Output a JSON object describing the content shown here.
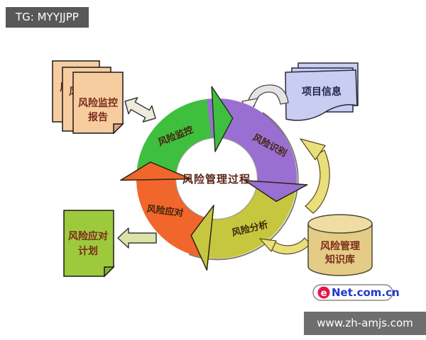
{
  "tg_badge": {
    "text": "TG: MYYJJPP",
    "bg_color": "#585858",
    "text_color": "#ffffff"
  },
  "watermark": {
    "text": "www.zh-amjs.com",
    "bg_color": "#6e6e6e",
    "text_color": "#ffffff"
  },
  "enet_logo": {
    "e": "e",
    "domain": "Net.com.cn",
    "e_bg_color": "#e5174d",
    "text_color": "#2438cc"
  },
  "diagram": {
    "center_label": "风险管理过程",
    "center_label_color": "#5a2418",
    "segment_label_color": "#42250f",
    "segments": [
      {
        "id": "monitor",
        "label": "风险监控",
        "color": "#3ec03e"
      },
      {
        "id": "identify",
        "label": "风险识别",
        "color": "#9a6fd2"
      },
      {
        "id": "analyze",
        "label": "风险分析",
        "color": "#c6c73e"
      },
      {
        "id": "respond",
        "label": "风险应对",
        "color": "#f1662b"
      }
    ],
    "artifacts": {
      "monitor_report": {
        "line1": "风险监控",
        "line2": "报告",
        "partial_char": "风",
        "fill": "#f7cda0",
        "text_color": "#7a2c1b"
      },
      "project_info": {
        "label": "项目信息",
        "fill": "#c9cdf2",
        "text_color": "#232350"
      },
      "knowledge_base": {
        "line1": "风险管理",
        "line2": "知识库",
        "fill": "#e5cc86",
        "text_color": "#7a2c1b"
      },
      "response_plan": {
        "line1": "风险应对",
        "line2": "计划",
        "fill": "#9dca3d",
        "text_color": "#7a2c1b"
      }
    }
  }
}
